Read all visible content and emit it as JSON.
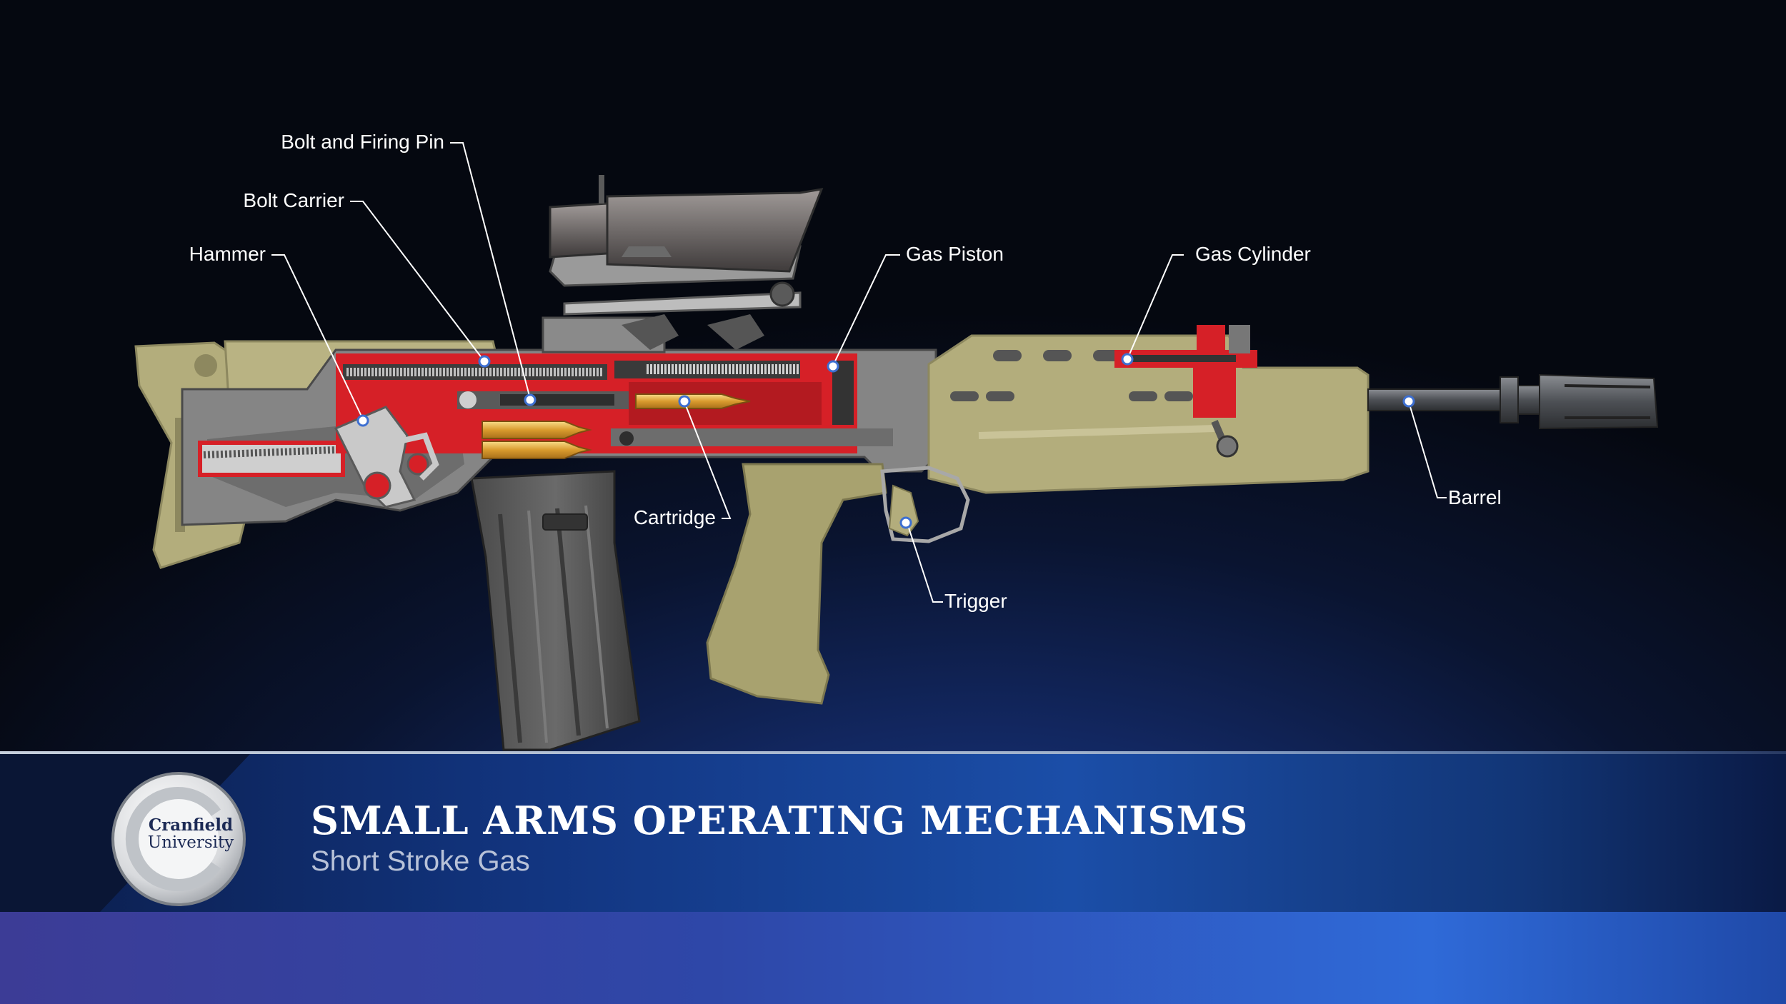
{
  "diagram": {
    "callouts": [
      {
        "id": "bolt-and-firing-pin",
        "label": "Bolt and Firing Pin"
      },
      {
        "id": "bolt-carrier",
        "label": "Bolt Carrier"
      },
      {
        "id": "hammer",
        "label": "Hammer"
      },
      {
        "id": "gas-piston",
        "label": "Gas Piston"
      },
      {
        "id": "gas-cylinder",
        "label": "Gas Cylinder"
      },
      {
        "id": "cartridge",
        "label": "Cartridge"
      },
      {
        "id": "barrel",
        "label": "Barrel"
      },
      {
        "id": "trigger",
        "label": "Trigger"
      }
    ]
  },
  "banner": {
    "title": "SMALL ARMS OPERATING MECHANISMS",
    "subtitle": "Short Stroke Gas"
  },
  "logo": {
    "line1": "Cranfield",
    "line2": "University"
  },
  "colors": {
    "stock": "#b3ad7c",
    "receiver": "#8a8a8a",
    "cutaway_red": "#d62027",
    "brass": "#e9b64c",
    "callout_dot": "#ffffff"
  }
}
